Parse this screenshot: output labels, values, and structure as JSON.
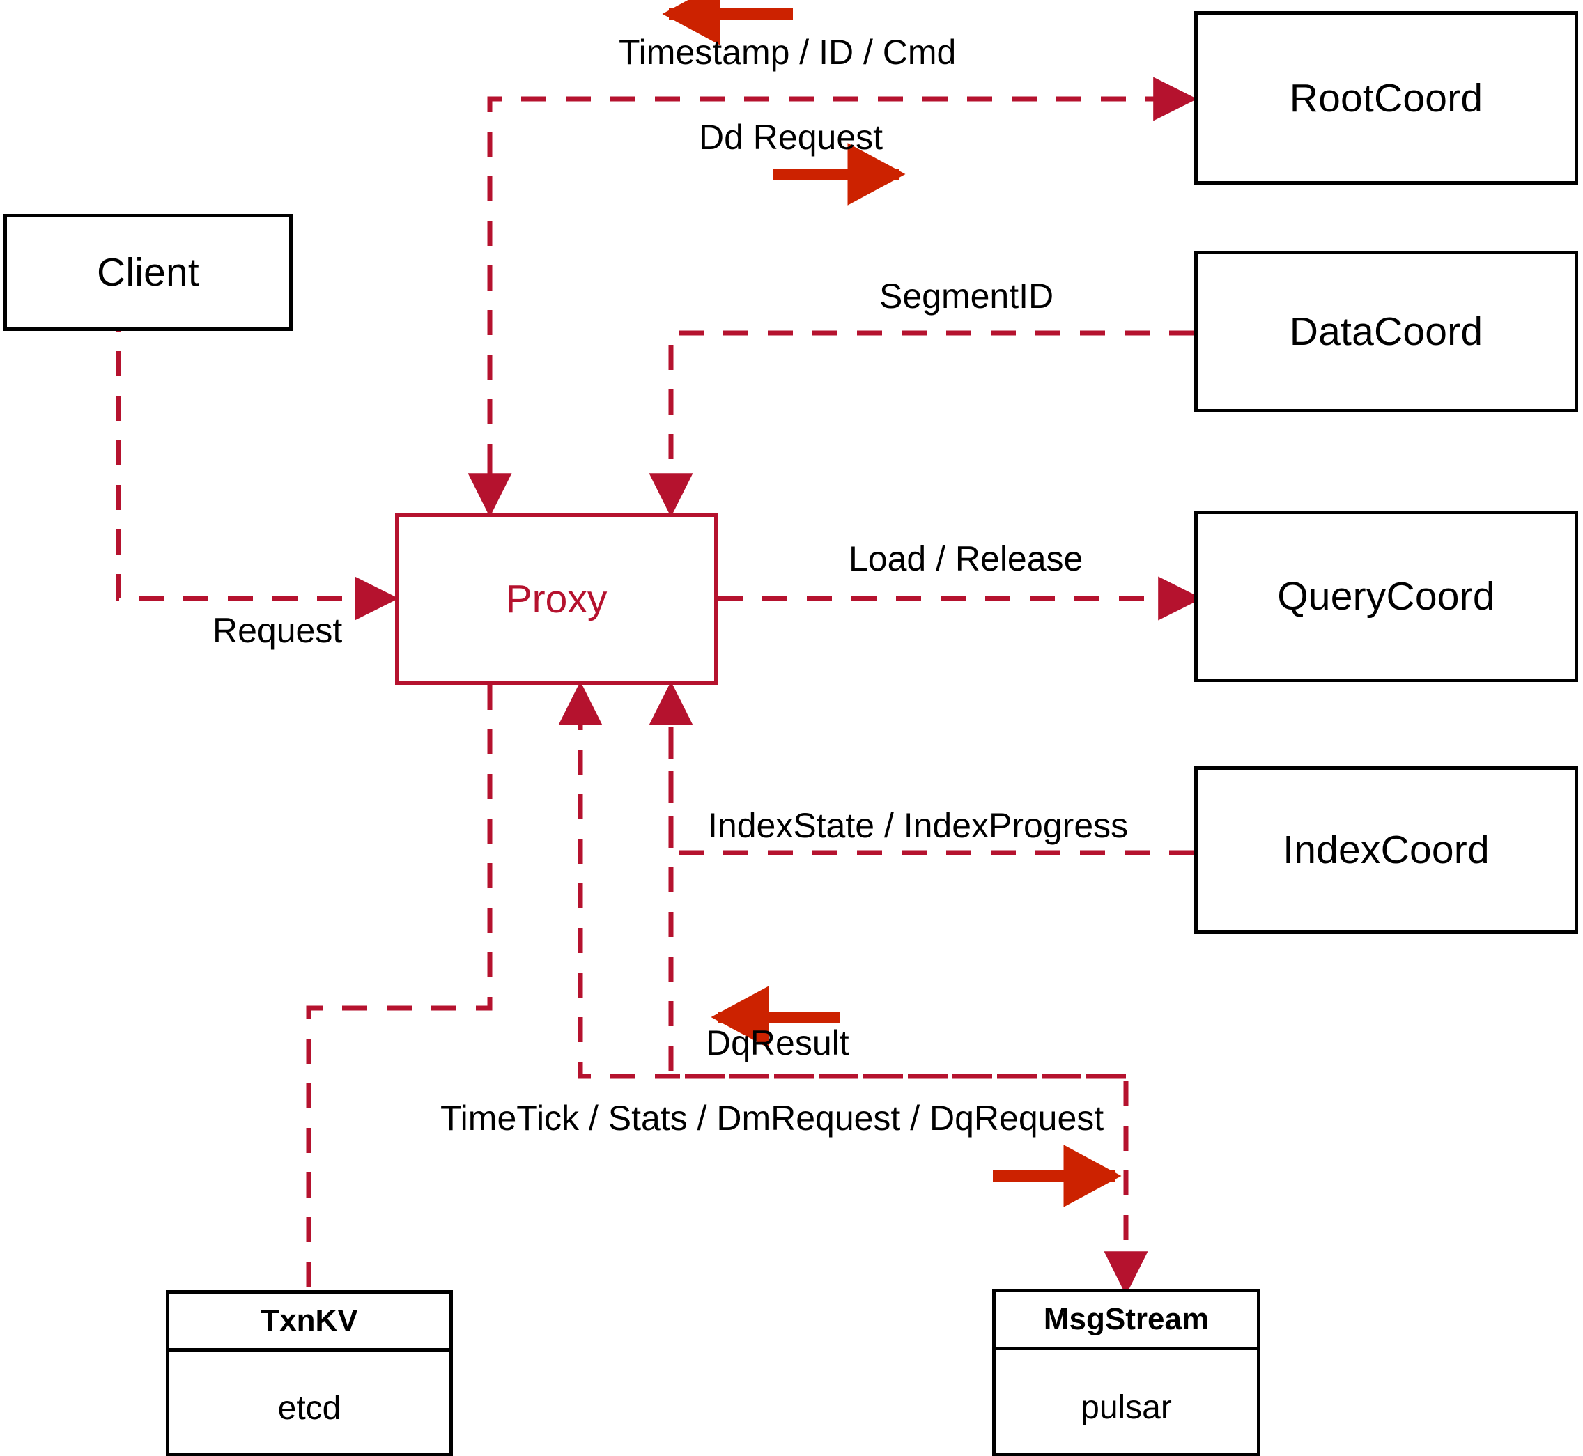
{
  "diagram": {
    "title": "Milvus Proxy interaction diagram",
    "accent_red": "#b5122e",
    "arrow_red": "#cc2200",
    "stroke_black": "#000000"
  },
  "nodes": {
    "client": {
      "label": "Client"
    },
    "proxy": {
      "label": "Proxy"
    },
    "root_coord": {
      "label": "RootCoord"
    },
    "data_coord": {
      "label": "DataCoord"
    },
    "query_coord": {
      "label": "QueryCoord"
    },
    "index_coord": {
      "label": "IndexCoord"
    },
    "txnkv": {
      "title": "TxnKV",
      "impl": "etcd"
    },
    "msgstream": {
      "title": "MsgStream",
      "impl": "pulsar"
    }
  },
  "edge_labels": {
    "timestamp_id_cmd": "Timestamp / ID / Cmd",
    "dd_request": "Dd Request",
    "segment_id": "SegmentID",
    "request": "Request",
    "load_release": "Load / Release",
    "index_state_progress": "IndexState / IndexProgress",
    "dq_result": "DqResult",
    "timetick_stats": "TimeTick / Stats / DmRequest / DqRequest"
  },
  "edges": [
    {
      "name": "proxy-to-rootcoord",
      "from": "Proxy",
      "to": "RootCoord",
      "label": "Dd Request",
      "return_label": "Timestamp / ID / Cmd",
      "style": "dashed"
    },
    {
      "name": "datacoord-to-proxy",
      "from": "DataCoord",
      "to": "Proxy",
      "label": "SegmentID",
      "style": "dashed"
    },
    {
      "name": "client-to-proxy",
      "from": "Client",
      "to": "Proxy",
      "label": "Request",
      "style": "dashed"
    },
    {
      "name": "proxy-to-querycoord",
      "from": "Proxy",
      "to": "QueryCoord",
      "label": "Load / Release",
      "style": "dashed"
    },
    {
      "name": "indexcoord-to-proxy",
      "from": "IndexCoord",
      "to": "Proxy",
      "label": "IndexState / IndexProgress",
      "style": "dashed"
    },
    {
      "name": "proxy-to-txnkv",
      "from": "Proxy",
      "to": "TxnKV",
      "label": "",
      "style": "dashed"
    },
    {
      "name": "msgstream-to-proxy",
      "from": "MsgStream",
      "to": "Proxy",
      "label": "DqResult",
      "style": "dashed"
    },
    {
      "name": "proxy-to-msgstream",
      "from": "Proxy",
      "to": "MsgStream",
      "label": "TimeTick / Stats / DmRequest / DqRequest",
      "style": "dashed"
    }
  ]
}
